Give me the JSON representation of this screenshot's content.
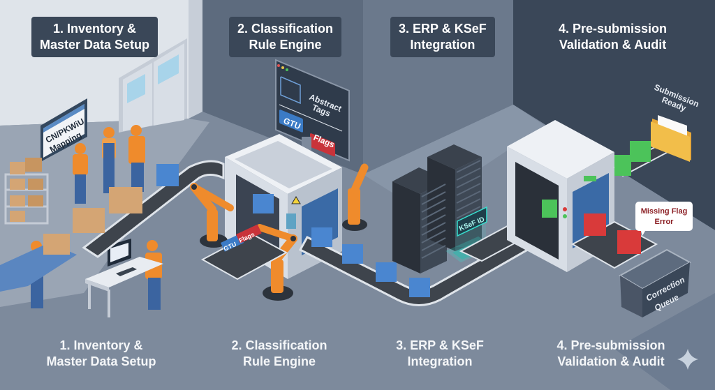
{
  "diagram": {
    "title": "KSeF Classification Pipeline",
    "stages": [
      {
        "id": 1,
        "line1": "1. Inventory &",
        "line2": "Master Data Setup"
      },
      {
        "id": 2,
        "line1": "2. Classification",
        "line2": "Rule Engine"
      },
      {
        "id": 3,
        "line1": "3. ERP & KSeF",
        "line2": "Integration"
      },
      {
        "id": 4,
        "line1": "4. Pre-submission",
        "line2": "Validation & Audit"
      }
    ],
    "signs": {
      "mapping_line1": "CN/PKWiU",
      "mapping_line2": "Mapping",
      "abstract_line1": "Abstract",
      "abstract_line2": "Tags",
      "gtu": "GTU",
      "flags": "Flags",
      "ksef_id": "KSeF ID",
      "submission_line1": "Submission",
      "submission_line2": "Ready",
      "error_line1": "Missing Flag",
      "error_line2": "Error",
      "queue_line1": "Correction",
      "queue_line2": "Queue"
    },
    "colors": {
      "wall_light": "#dfe4ea",
      "wall_mid": "#5d6b7e",
      "wall_dark": "#3a4758",
      "floor": "#7d8a9c",
      "conveyor": "#3e444c",
      "box_cardboard": "#d4a574",
      "box_blue": "#4a86d0",
      "box_green": "#4cc35a",
      "box_red": "#d93a3a",
      "robot_orange": "#ef8b2c",
      "hologram": "#37e0d0",
      "flag_red": "#c9333a",
      "gtu_blue": "#3b7bc6",
      "folder_yellow": "#f2be4a"
    }
  }
}
